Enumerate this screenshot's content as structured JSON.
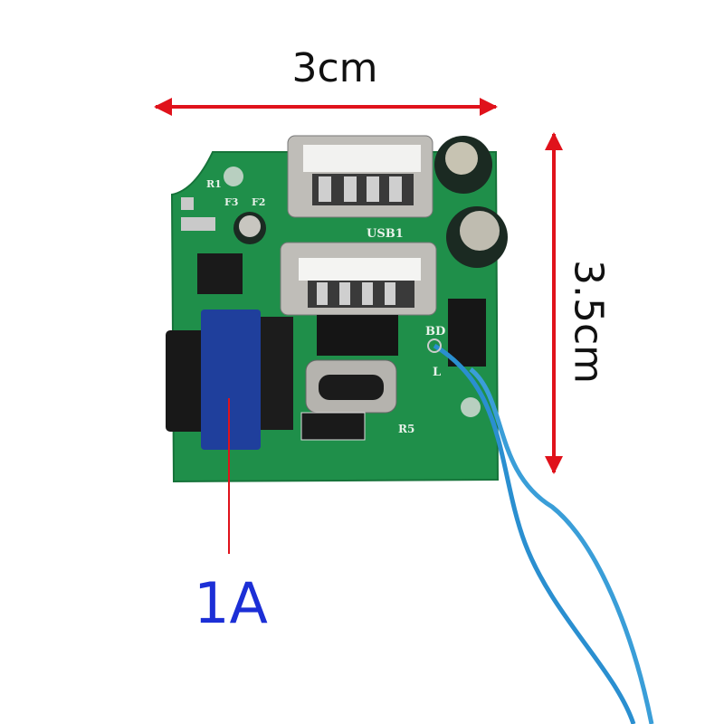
{
  "dimensions": {
    "width_label": "3cm",
    "height_label": "3.5cm"
  },
  "rating": {
    "current_label": "1A"
  },
  "silkscreen": {
    "usb": "USB1",
    "r5": "R5",
    "l": "L",
    "bd": "BD",
    "r1": "R1",
    "f3": "F3",
    "f2": "F2"
  },
  "colors": {
    "pcb": "#1f8f4a",
    "arrow": "#e0121b",
    "label_blue": "#1c2fd6",
    "wire": "#2a8fd0",
    "inductor": "#1f3f9c"
  }
}
